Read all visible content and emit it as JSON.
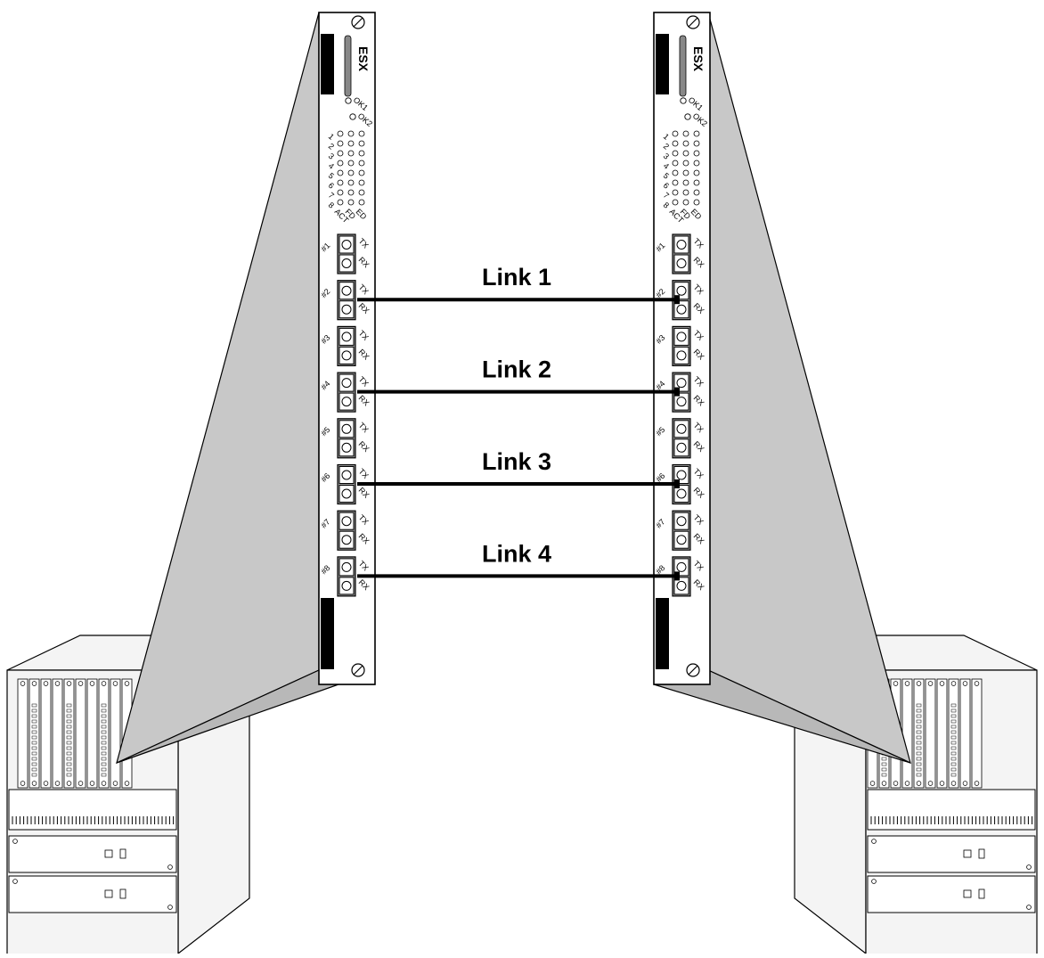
{
  "cards": [
    {
      "name": "left",
      "brand": "ESX"
    },
    {
      "name": "right",
      "brand": "ESX"
    }
  ],
  "status_leds": [
    "OK1",
    "OK2"
  ],
  "led_rows": [
    "1",
    "2",
    "3",
    "4",
    "5",
    "6",
    "7",
    "8"
  ],
  "led_columns": [
    "ACT",
    "FD",
    "ED"
  ],
  "ports": [
    {
      "number": "#1",
      "tx": "TX",
      "rx": "RX"
    },
    {
      "number": "#2",
      "tx": "TX",
      "rx": "RX"
    },
    {
      "number": "#3",
      "tx": "TX",
      "rx": "RX"
    },
    {
      "number": "#4",
      "tx": "TX",
      "rx": "RX"
    },
    {
      "number": "#5",
      "tx": "TX",
      "rx": "RX"
    },
    {
      "number": "#6",
      "tx": "TX",
      "rx": "RX"
    },
    {
      "number": "#7",
      "tx": "TX",
      "rx": "RX"
    },
    {
      "number": "#8",
      "tx": "TX",
      "rx": "RX"
    }
  ],
  "links": [
    {
      "label": "Link 1",
      "port": 2
    },
    {
      "label": "Link 2",
      "port": 4
    },
    {
      "label": "Link 3",
      "port": 6
    },
    {
      "label": "Link 4",
      "port": 8
    }
  ],
  "colors": {
    "chassis": "#f4f4f4",
    "wedge": "#c8c8c8",
    "connector": "#9a9a9a",
    "handle": "#888888",
    "line": "#000000",
    "background": "#ffffff"
  }
}
